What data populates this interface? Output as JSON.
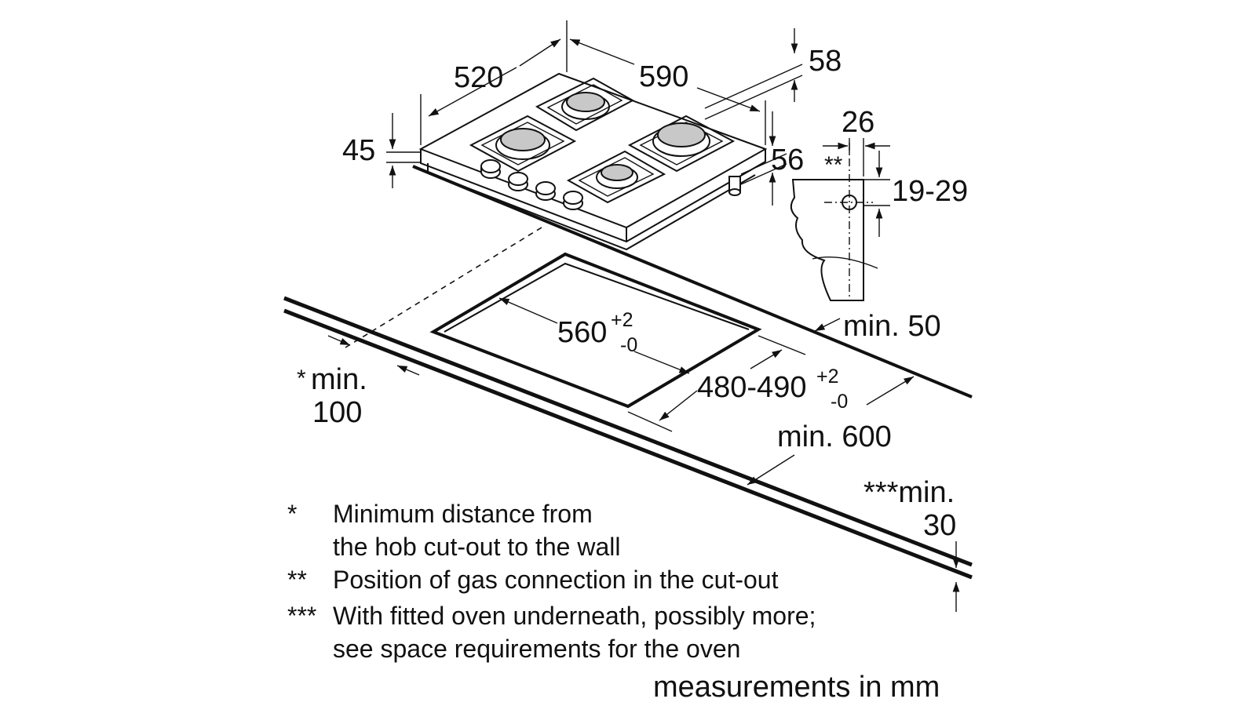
{
  "dimensions": {
    "hob_depth": "520",
    "hob_width": "590",
    "hob_height": "45",
    "burner_height": "58",
    "gas_height": "56",
    "gas_x": "26",
    "gas_marker": "**",
    "worktop_range": "19-29",
    "wall_dist": "min. 50",
    "cutout_width": "560",
    "cutout_width_tol_plus": "+2",
    "cutout_width_tol_minus": "-0",
    "cutout_depth": "480-490",
    "cutout_depth_tol_plus": "+2",
    "cutout_depth_tol_minus": "-0",
    "front_min_star": "*",
    "front_min_line1": "min.",
    "front_min_line2": "100",
    "worktop_min": "min. 600",
    "oven_min_line1": "***min.",
    "oven_min_line2": "30"
  },
  "notes": [
    {
      "mark": "*",
      "lines": [
        "Minimum distance from",
        "the hob cut-out to the wall"
      ]
    },
    {
      "mark": "**",
      "lines": [
        "Position of gas connection in the cut-out"
      ]
    },
    {
      "mark": "***",
      "lines": [
        "With fitted oven underneath, possibly more;",
        "see space requirements for the oven"
      ]
    }
  ],
  "units": "measurements in mm"
}
